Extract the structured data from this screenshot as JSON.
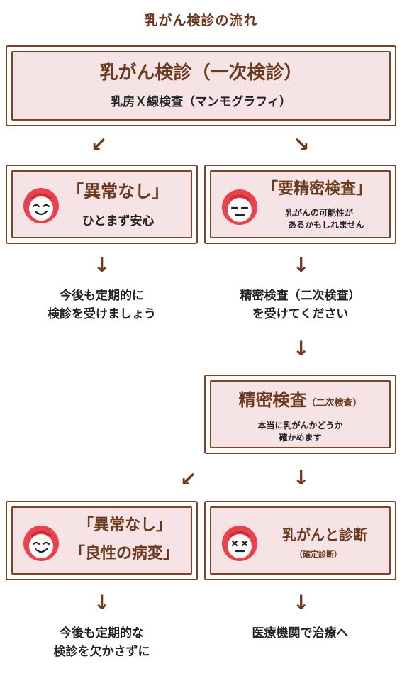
{
  "title": "乳がん検診の流れ",
  "primary": {
    "title": "乳がん検診（一次検診）",
    "subtitle": "乳房Ｘ線検査（マンモグラフィ）"
  },
  "normal1": {
    "label": "「異常なし」",
    "sub": "ひとまず安心",
    "next": [
      "今後も定期的に",
      "検診を受けましょう"
    ]
  },
  "detail_needed": {
    "label": "「要精密検査」",
    "sub": [
      "乳がんの可能性が",
      "あるかもしれません"
    ],
    "next": [
      "精密検査（二次検査）",
      "を受けてください"
    ]
  },
  "secondary": {
    "title": "精密検査",
    "title_suffix": "（二次検査）",
    "sub": [
      "本当に乳がんかどうか",
      "確かめます"
    ]
  },
  "normal2": {
    "label1": "「異常なし」",
    "label2": "「良性の病変」",
    "next": [
      "今後も定期的な",
      "検診を欠かさずに"
    ]
  },
  "diagnosis": {
    "label": "乳がんと診断",
    "sub": "（確定診断）",
    "next": "医療機関で治療へ"
  },
  "colors": {
    "brown": "#7a4526",
    "pink_fill": "#f6e3e6",
    "face_red": "#e8424e"
  },
  "icons": [
    "arrow-down-left",
    "arrow-down-right",
    "arrow-down",
    "smile-face",
    "neutral-face",
    "x-eyes-face"
  ]
}
